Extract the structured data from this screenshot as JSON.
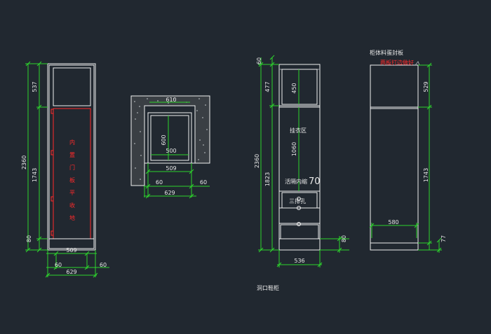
{
  "colors": {
    "background": "#212830",
    "dimension_line": "#2dd42d",
    "outline": "#f0f0f0",
    "annotation_red": "#ff2a2a"
  },
  "view1": {
    "dims": {
      "top_height": "537",
      "total_height": "2360",
      "lower_height": "1743",
      "base_height": "80",
      "inner_width": "509",
      "side_left": "60",
      "side_right": "60",
      "total_width": "629"
    },
    "door_note": [
      "内",
      "置",
      "门",
      "板",
      "平",
      "收",
      "地"
    ]
  },
  "view2": {
    "dims": {
      "top_width": "610",
      "height": "600",
      "inner_width": "500",
      "bottom_width": "509",
      "side_left": "60",
      "side_right": "60",
      "total_width": "629"
    }
  },
  "view3": {
    "dims": {
      "top_gap": "60",
      "top_section": "477",
      "top_inner": "450",
      "total_height": "2360",
      "middle_inner": "1060",
      "lower_height": "1823",
      "base": "80",
      "width": "536"
    },
    "labels": {
      "hanging_area": "挂衣区",
      "drawer_note": "活隔内缩",
      "drawer_value": "70",
      "three_holes": "三排孔"
    },
    "title": "洞口鞋柜"
  },
  "view4": {
    "dims": {
      "top_height": "529",
      "lower_height": "1743",
      "inner_width": "580",
      "base_height": "77"
    },
    "labels": {
      "material_note": "柜体料蛋封板",
      "red_note": "两板打边做好"
    }
  }
}
